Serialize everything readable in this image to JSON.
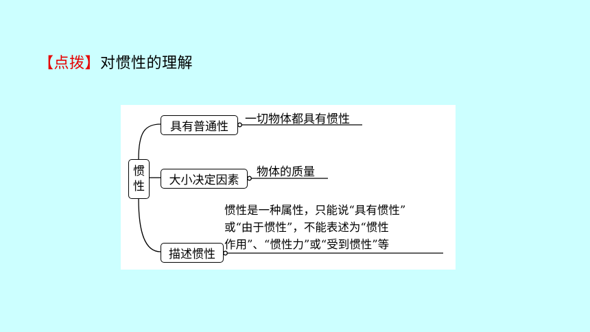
{
  "heading": {
    "tag": "【点拨】",
    "title": "对惯性的理解"
  },
  "diagram": {
    "root": [
      "惯",
      "性"
    ],
    "branches": [
      {
        "label": "具有普通性",
        "detail": [
          "一切物体都具有惯性"
        ]
      },
      {
        "label": "大小决定因素",
        "detail": [
          "物体的质量"
        ]
      },
      {
        "label": "描述惯性",
        "detail": [
          "惯性是一种属性，只能说“具有惯性”",
          "或“由于惯性”，不能表述为“惯性",
          "作用”、“惯性力”或“受到惯性”等"
        ]
      }
    ]
  }
}
